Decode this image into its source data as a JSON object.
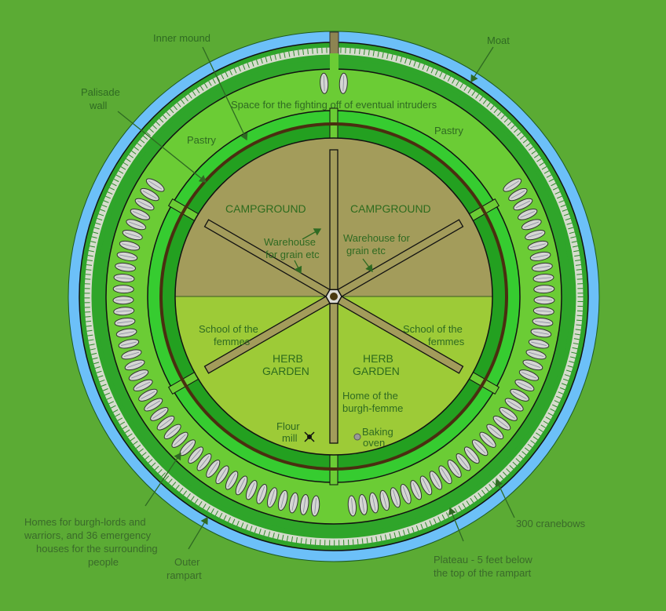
{
  "labels": {
    "inner_mound": "Inner mound",
    "moat": "Moat",
    "palisade_1": "Palisade",
    "palisade_2": "wall",
    "space": "Space for the fighting off of eventual intruders",
    "pastry_left": "Pastry",
    "pastry_right": "Pastry",
    "campground_left": "CAMPGROUND",
    "campground_right": "CAMPGROUND",
    "warehouse_left_1": "Warehouse",
    "warehouse_left_2": "for grain etc",
    "warehouse_right_1": "Warehouse for",
    "warehouse_right_2": "grain etc",
    "school_left_1": "School of the",
    "school_left_2": "femmes",
    "school_right_1": "School of the",
    "school_right_2": "femmes",
    "herb_left_1": "HERB",
    "herb_left_2": "GARDEN",
    "herb_right_1": "HERB",
    "herb_right_2": "GARDEN",
    "home_femme_1": "Home of the",
    "home_femme_2": "burgh-femme",
    "flour_1": "Flour",
    "flour_2": "mill",
    "oven_1": "Baking",
    "oven_2": "oven",
    "homes_1": "Homes for burgh-lords and",
    "homes_2": "warriors, and 36 emergency",
    "homes_3": "houses for the surrounding",
    "homes_4": "people",
    "outer_rampart_1": "Outer",
    "outer_rampart_2": "rampart",
    "cranebows": "300 cranebows",
    "plateau_1": "Plateau - 5 feet below",
    "plateau_2": "the top of the rampart"
  },
  "colors": {
    "background": "#5bab34",
    "moat": "#6cc0f8",
    "rampart": "#2fa52a",
    "plateau": "#6bcc35",
    "campground": "#a39c5b",
    "herb_garden": "#9dcb37",
    "mound_outer": "#36cc30",
    "mound_inner": "#23a020",
    "palisade": "#4a2e10",
    "house": "#d4d6d2"
  }
}
